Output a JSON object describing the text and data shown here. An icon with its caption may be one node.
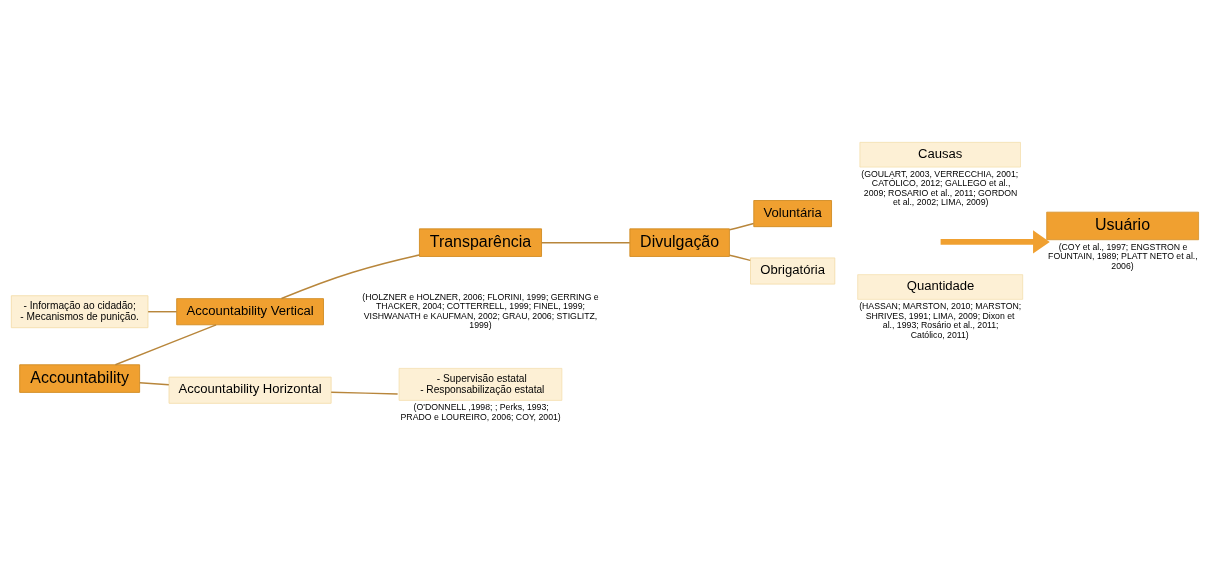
{
  "diagram": {
    "nodes": [
      {
        "text": [
          "Accountability"
        ]
      },
      {
        "text": [
          "Accountability Vertical"
        ]
      },
      {
        "text": [
          "- Informação ao cidadão;",
          "- Mecanismos de punição."
        ]
      },
      {
        "text": [
          "Accountability Horizontal"
        ]
      },
      {
        "text": [
          "- Supervisão estatal",
          "- Responsabilização estatal"
        ],
        "beside": [
          "(O'DONNELL ,1998; ; Perks, 1993; PRADO e LOUREIRO, 2006; COY, 2001)"
        ]
      },
      {
        "text": [
          "Transparência"
        ]
      },
      {
        "text": [
          "Divulgação"
        ]
      },
      {
        "text": [
          "Voluntária"
        ]
      },
      {
        "text": [
          "Obrigatória"
        ]
      },
      {
        "text": [
          "Causas"
        ],
        "beside": [
          "(GOULART, 2003, VERRECCHIA, 2001; CATÓLICO, 2012; GALLEGO et al., 2009; ROSARIO et al., 2011; GORDON et al., 2002; LIMA, 2009)"
        ]
      },
      {
        "text": [
          "Quantidade"
        ],
        "beside": [
          "(HASSAN; MARSTON, 2010; MARSTON; SHRIVES, 1991; LIMA, 2009; Dixon et al., 1993; Rosário et al., 2011; Católico, 2011)"
        ]
      },
      {
        "text": [
          "Usuário"
        ],
        "beside": [
          "(COY et al., 1997; ENGSTRON e FOUNTAIN, 1989; PLATT NETO et al., 2006)"
        ]
      }
    ],
    "edges": [
      {
        "from": 0,
        "to": 1,
        "arrow": "none"
      },
      {
        "from": 0,
        "to": 3,
        "arrow": "none"
      },
      {
        "from": 2,
        "to": 1,
        "arrow": "none"
      },
      {
        "from": 3,
        "to": 4,
        "arrow": "none"
      },
      {
        "from": 1,
        "to": 5,
        "arrow": "none"
      },
      {
        "from": 5,
        "to": 6,
        "arrow": "none"
      },
      {
        "from": 6,
        "to": 7,
        "arrow": "none"
      },
      {
        "from": 6,
        "to": 8,
        "arrow": "none"
      },
      {
        "from": null,
        "to": 11,
        "arrow": "to",
        "style": "thick",
        "color": "#f0a030"
      }
    ],
    "labels": [
      "(HOLZNER e HOLZNER, 2006; FLORINI, 1999; GERRING e THACKER, 2004; COTTERRELL, 1999; FINEL, 1999; VISHWANATH e KAUFMAN, 2002; GRAU, 2006; STIGLITZ, 1999)"
    ]
  }
}
